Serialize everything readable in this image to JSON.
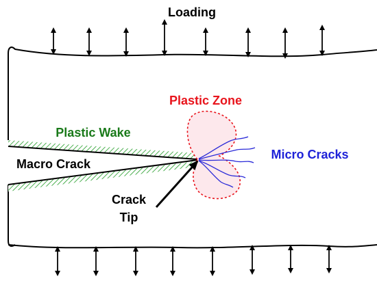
{
  "labels": {
    "loading": "Loading",
    "plastic_zone": "Plastic Zone",
    "plastic_wake": "Plastic Wake",
    "macro_crack": "Macro Crack",
    "micro_cracks": "Micro Cracks",
    "crack_tip_line1": "Crack",
    "crack_tip_line2": "Tip"
  },
  "colors": {
    "plastic_zone_text": "#e8141c",
    "plastic_zone_fill": "#fde8ec",
    "plastic_zone_stroke": "#e8141c",
    "plastic_wake_text": "#1a7a1a",
    "plastic_wake_hatch": "#4caf50",
    "micro_cracks_text": "#1e22d8",
    "micro_cracks_lines": "#2a2ad8",
    "outline": "#000000"
  },
  "icons": {
    "load_arrow": "double-headed-vertical-arrow",
    "tip_pointer": "arrow-icon"
  }
}
